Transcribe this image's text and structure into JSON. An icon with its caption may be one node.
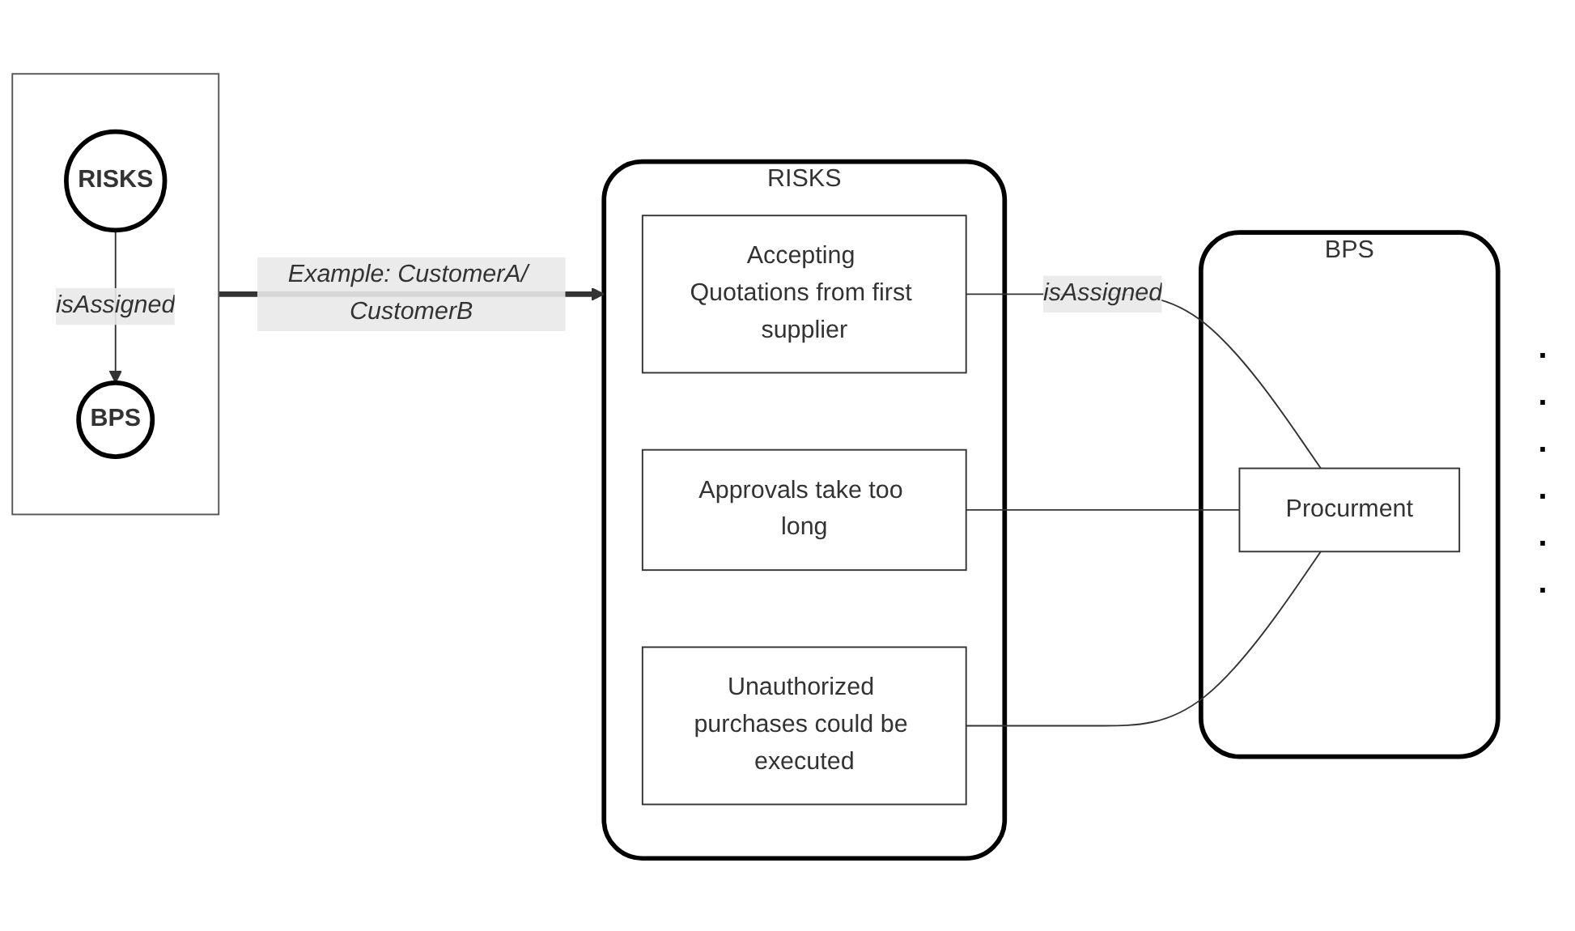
{
  "diagram": {
    "nodes": [
      {
        "text": [],
        "shape": "box"
      },
      {
        "text": [
          "RISKS"
        ],
        "in": 0
      },
      {
        "text": [
          "BPS"
        ],
        "in": 0
      },
      {
        "text": [
          "RISKS"
        ]
      },
      {
        "text": [
          "Accepting Quotations from first supplier"
        ],
        "in": 3
      },
      {
        "text": [
          "Approvals take too long"
        ],
        "in": 3
      },
      {
        "text": [
          "Unauthorized purchases could be executed"
        ],
        "in": 3
      },
      {
        "text": [
          "BPS"
        ]
      },
      {
        "text": [
          "Procurment"
        ],
        "in": 7
      }
    ],
    "edges": [
      {
        "from": 1,
        "to": 2,
        "arrow": "to",
        "label": "isAssigned"
      },
      {
        "from": 0,
        "to": 3,
        "arrow": "to",
        "label": "Example: CustomerA/ CustomerB",
        "style": "thick"
      },
      {
        "from": 4,
        "to": 8,
        "arrow": "none",
        "label": "isAssigned"
      },
      {
        "from": 5,
        "to": 8,
        "arrow": "none"
      },
      {
        "from": 6,
        "to": 8,
        "arrow": "none"
      }
    ],
    "labels": [
      ".",
      ".",
      ".",
      ".",
      ".",
      "."
    ]
  }
}
